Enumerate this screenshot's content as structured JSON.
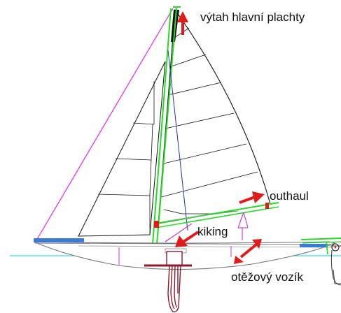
{
  "labels": {
    "halyard": "výtah hlavní plachty",
    "outhaul": "outhaul",
    "kicking": "kiking",
    "traveller": "otěžový vozík"
  },
  "colors": {
    "mainsail_outline": "#111111",
    "mast_rig": "#22dd22",
    "forestay": "#ee22ee",
    "arrows": "#e11b1b",
    "waterline": "#33dddd",
    "deck_blue": "#3a7bd5",
    "centreboard": "#8b1a2b",
    "shroud_blue": "#2233aa"
  }
}
